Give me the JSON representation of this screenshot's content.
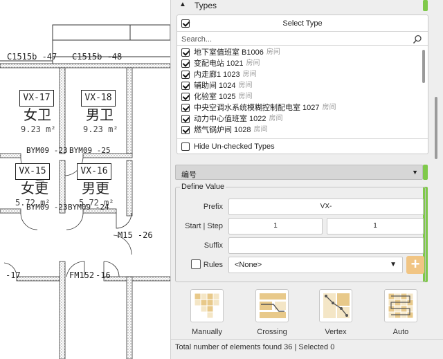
{
  "cad": {
    "labels": {
      "c1": "C1515b -47",
      "c2": "C1515b -48",
      "door1": "BYM09 -23",
      "door2": "BYM09 -25",
      "door3": "BYM09 -23",
      "door4": "BYM09 -24",
      "door5": "M15 -26",
      "door6": "-17",
      "door7": "FM152",
      "door8": "-16"
    },
    "rooms": [
      {
        "tag": "VX-17",
        "name": "女卫",
        "area": "9.23 m²"
      },
      {
        "tag": "VX-18",
        "name": "男卫",
        "area": "9.23 m²"
      },
      {
        "tag": "VX-15",
        "name": "女更",
        "area": "5.72 m²"
      },
      {
        "tag": "VX-16",
        "name": "男更",
        "area": "5.72 m²"
      }
    ]
  },
  "panel": {
    "types_header": "Types",
    "select_type": "Select Type",
    "search_placeholder": "Search...",
    "types": [
      {
        "name": "地下室值班室 B1006",
        "category": "房间"
      },
      {
        "name": "变配电站 1021",
        "category": "房间"
      },
      {
        "name": "内走廊1 1023",
        "category": "房间"
      },
      {
        "name": "辅助间 1024",
        "category": "房间"
      },
      {
        "name": "化验室 1025",
        "category": "房间"
      },
      {
        "name": "中央空调水系统模糊控制配电室 1027",
        "category": "房间"
      },
      {
        "name": "动力中心值班室 1022",
        "category": "房间"
      },
      {
        "name": "燃气锅炉间 1028",
        "category": "房间"
      }
    ],
    "hide_unchecked": "Hide Un-checked Types",
    "parameter": "编号",
    "define_value": "Define Value",
    "prefix_label": "Prefix",
    "prefix_value": "VX-",
    "start_step_label": "Start | Step",
    "start_value": "1",
    "step_value": "1",
    "suffix_label": "Suffix",
    "suffix_value": "",
    "rules_label": "Rules",
    "rules_value": "<None>",
    "rules_add": "+",
    "modes": [
      "Manually",
      "Crossing",
      "Vertex",
      "Auto"
    ],
    "status": "Total number of elements found 36 | Selected 0"
  },
  "colors": {
    "accent_green": "#7fc94a",
    "button_orange": "#f1c584",
    "icon_tan": "#e8c98a"
  }
}
